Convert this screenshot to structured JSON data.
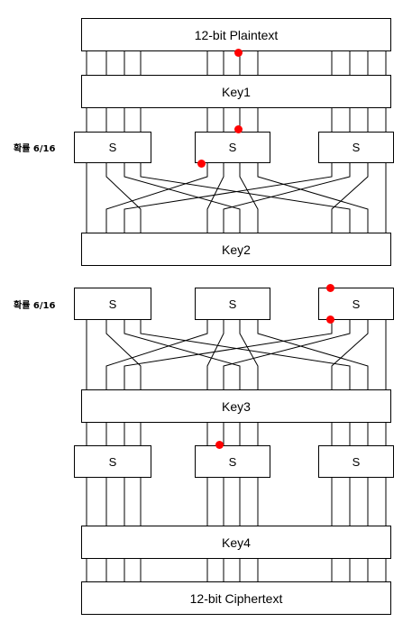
{
  "blocks": {
    "plaintext": "12-bit Plaintext",
    "key1": "Key1",
    "key2": "Key2",
    "key3": "Key3",
    "key4": "Key4",
    "ciphertext": "12-bit Ciphertext"
  },
  "sbox_label": "S",
  "probability_labels": [
    "확률 6/16",
    "확률 6/16"
  ],
  "marker_color": "#ff0000"
}
